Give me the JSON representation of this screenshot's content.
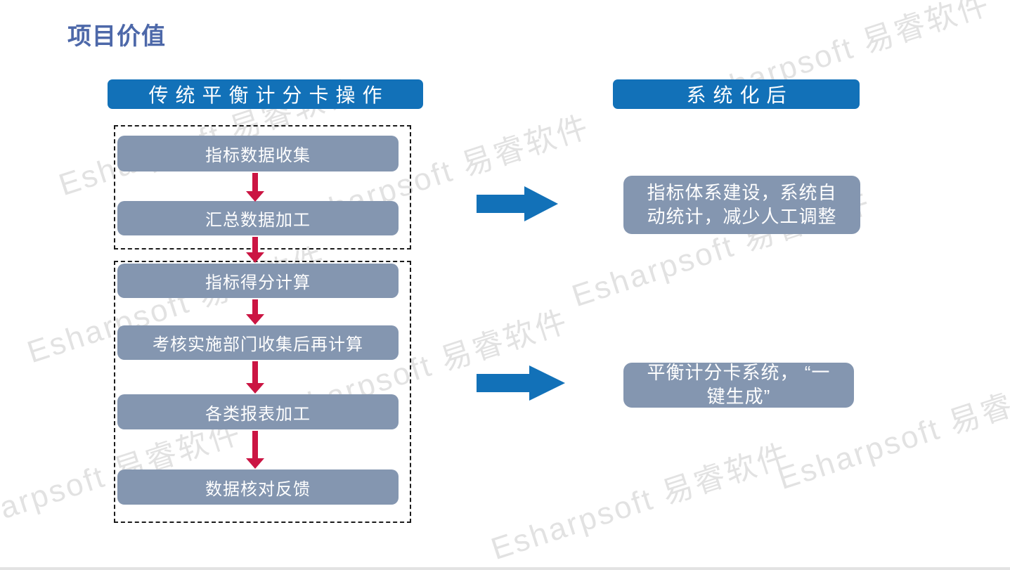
{
  "page": {
    "title": "项目价值",
    "watermark_text": "Esharpsoft 易睿软件"
  },
  "colors": {
    "header_blue": "#1271b8",
    "box_blue_gray": "#8496b0",
    "arrow_red": "#cb1543",
    "title_blue": "#4d68a9",
    "watermark_gray": "#e2e2e2"
  },
  "left_panel": {
    "header": "传统平衡计分卡操作",
    "groups": [
      {
        "steps": [
          "指标数据收集",
          "汇总数据加工"
        ]
      },
      {
        "steps": [
          "指标得分计算",
          "考核实施部门收集后再计算",
          "各类报表加工",
          "数据核对反馈"
        ]
      }
    ]
  },
  "right_panel": {
    "header": "系统化后",
    "results": [
      {
        "lines": [
          "指标体系建设，系统自",
          "动统计，减少人工调整"
        ]
      },
      {
        "lines": [
          "平衡计分卡系统， “一",
          "键生成”"
        ]
      }
    ]
  }
}
